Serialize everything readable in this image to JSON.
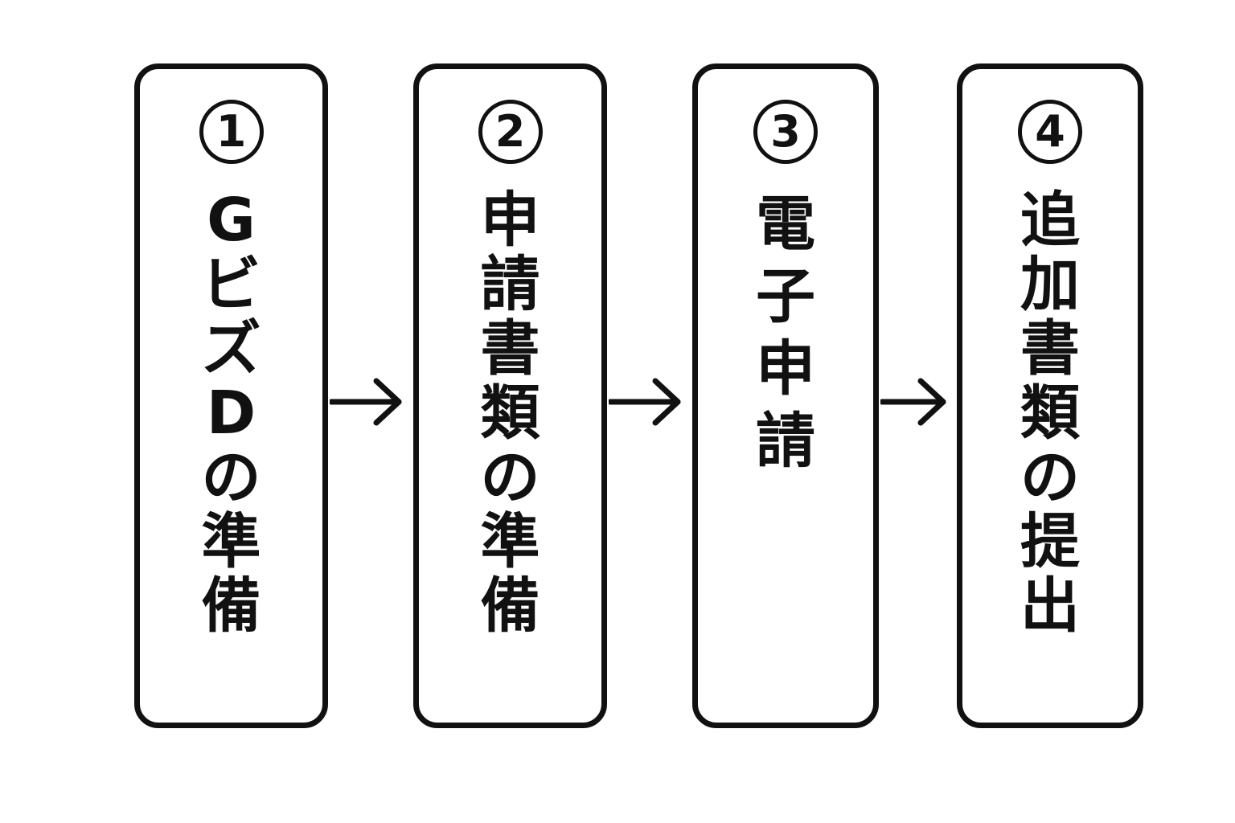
{
  "steps": [
    {
      "number": "1",
      "label": "Gビズ D の準備"
    },
    {
      "number": "2",
      "label": "申請書類の準備"
    },
    {
      "number": "3",
      "label": "電子申請"
    },
    {
      "number": "4",
      "label": "追加書類の提出"
    }
  ],
  "colors": {
    "stroke": "#111111",
    "background": "#ffffff"
  },
  "icons": {
    "arrow": "arrow-right-icon"
  }
}
